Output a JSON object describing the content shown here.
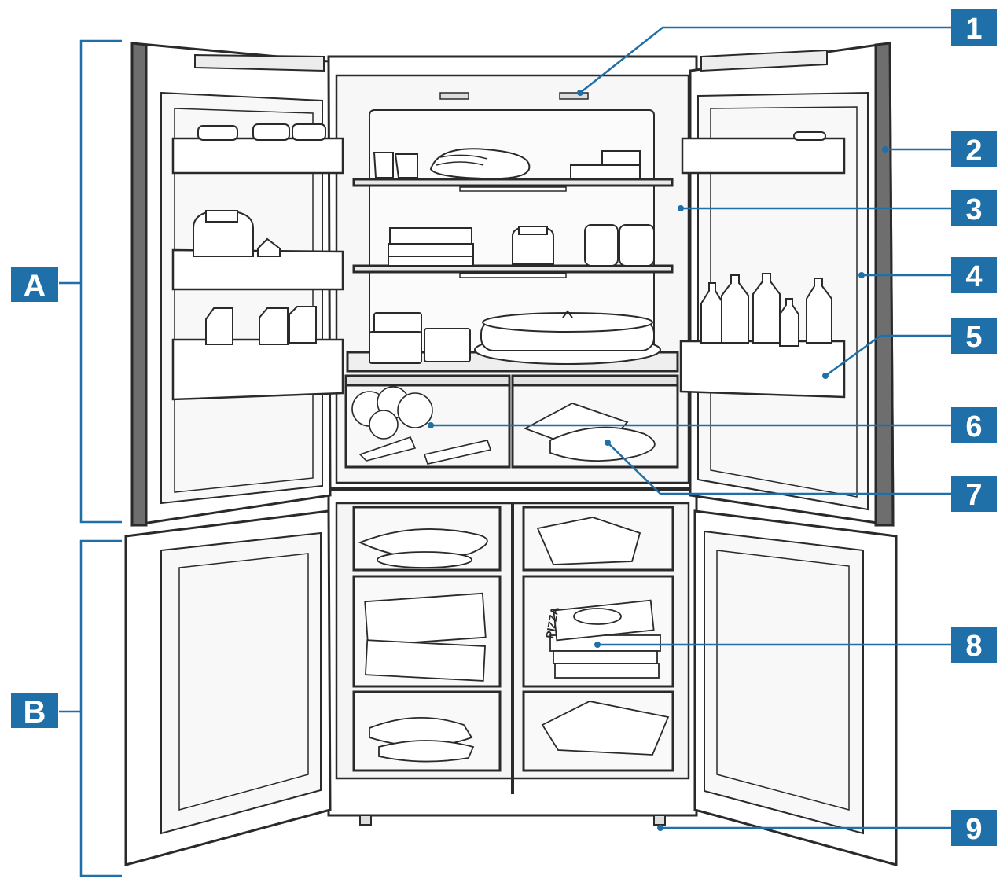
{
  "colors": {
    "badge": "#1f6fa8",
    "leader": "#1f6fa8",
    "outline": "#2a2a2a",
    "door_edge": "#6e6e6e",
    "interior": "#f4f4f4"
  },
  "section_labels": [
    {
      "id": "A",
      "text": "A"
    },
    {
      "id": "B",
      "text": "B"
    }
  ],
  "callouts": [
    {
      "id": "1",
      "text": "1"
    },
    {
      "id": "2",
      "text": "2"
    },
    {
      "id": "3",
      "text": "3"
    },
    {
      "id": "4",
      "text": "4"
    },
    {
      "id": "5",
      "text": "5"
    },
    {
      "id": "6",
      "text": "6"
    },
    {
      "id": "7",
      "text": "7"
    },
    {
      "id": "8",
      "text": "8"
    },
    {
      "id": "9",
      "text": "9"
    }
  ],
  "pizza_box_text": "PIZZA"
}
